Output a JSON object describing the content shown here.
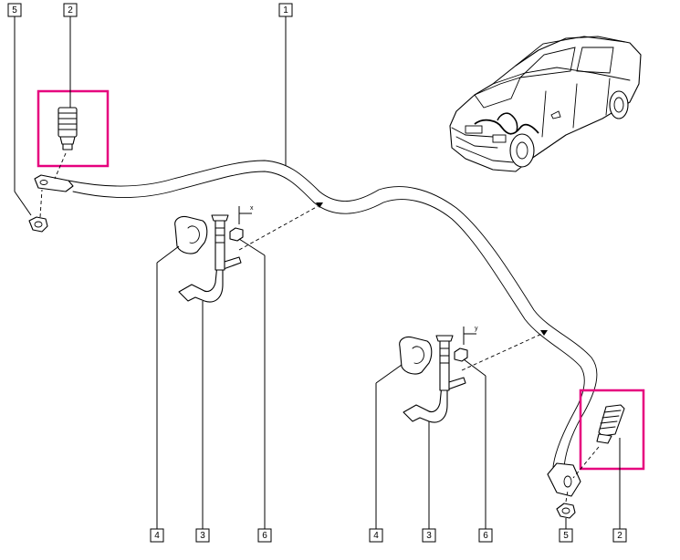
{
  "diagram": {
    "highlight_color": "#e6007e",
    "callouts": {
      "top_5": "5",
      "top_2": "2",
      "top_1": "1",
      "bottom_left_4": "4",
      "bottom_left_3": "3",
      "bottom_left_6": "6",
      "bottom_right_4": "4",
      "bottom_right_3": "3",
      "bottom_right_6": "6",
      "bottom_right_5": "5",
      "bottom_right_2": "2"
    },
    "axis_marks": {
      "left_x": "x",
      "right_x": "y"
    },
    "icons": {
      "car": "car-icon",
      "link_left": "link-rod-icon",
      "link_right": "link-rod-icon",
      "nut": "nut-icon",
      "bolt": "bolt-icon",
      "bushing": "bushing-icon",
      "clamp": "clamp-icon"
    }
  }
}
